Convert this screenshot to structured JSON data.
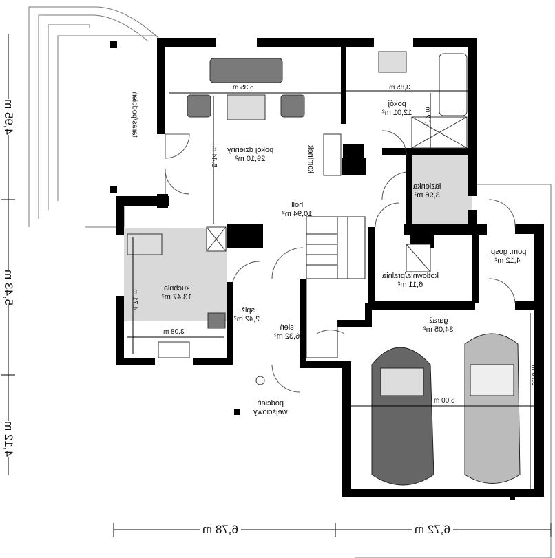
{
  "rooms": {
    "terrace": "taras/podcień",
    "living": {
      "name": "pokój dzienny",
      "area": "29,10 m²",
      "width": "5,35 m",
      "depth": "5,44 m"
    },
    "fireplace": "kominek",
    "room": {
      "name": "pokój",
      "area": "12,01 m²",
      "width": "3,85 m",
      "depth": "3,12 m"
    },
    "bathroom": {
      "name": "łazienka",
      "area": "3,96 m²"
    },
    "hall": {
      "name": "holl",
      "area": "10,94 m²"
    },
    "boiler": {
      "name": "kotłownia/pralnia",
      "area": "6,11 m²"
    },
    "utility": {
      "name": "pom. gosp.",
      "area": "4,12 m²"
    },
    "kitchen": {
      "name": "kuchnia",
      "area": "13,47 m²",
      "width": "3,08 m",
      "depth": "4,71 m"
    },
    "pantry": {
      "name": "spiż.",
      "area": "2,42 m²"
    },
    "vestibule": {
      "name": "sień",
      "area": "6,32 m²"
    },
    "garage": {
      "name": "garaż",
      "area": "34,05 m²",
      "width": "6,00 m",
      "depth": "5,76 m"
    },
    "entrance": {
      "name1": "podcień",
      "name2": "wejściowy"
    }
  },
  "dimensions": {
    "left": [
      "4,95 m",
      "5,43 m",
      "4,12 m"
    ],
    "bottom": [
      "6,78 m",
      "6,72 m"
    ]
  },
  "colors": {
    "wall": "#000000",
    "floor_tile": "#d9d9d9",
    "furniture": "#7a7a7a"
  }
}
